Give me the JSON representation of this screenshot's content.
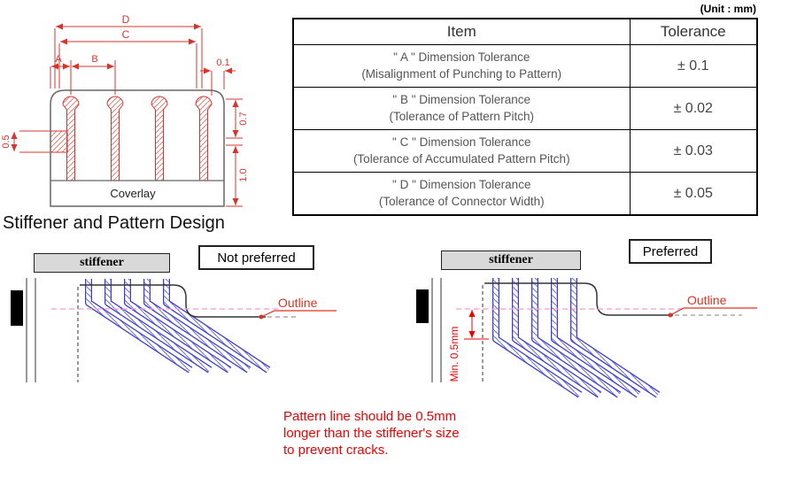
{
  "unit_label": "(Unit : mm)",
  "table": {
    "headers": [
      "Item",
      "Tolerance"
    ],
    "rows": [
      {
        "item_line1": "\" A \"  Dimension Tolerance",
        "item_line2": "(Misalignment of Punching to Pattern)",
        "tolerance": "± 0.1"
      },
      {
        "item_line1": "\" B \" Dimension Tolerance",
        "item_line2": "(Tolerance of Pattern Pitch)",
        "tolerance": "± 0.02"
      },
      {
        "item_line1": "\" C \" Dimension Tolerance",
        "item_line2": "(Tolerance of Accumulated Pattern Pitch)",
        "tolerance": "± 0.03"
      },
      {
        "item_line1": "\" D \" Dimension Tolerance",
        "item_line2": "(Tolerance of Connector Width)",
        "tolerance": "± 0.05"
      }
    ]
  },
  "drawing": {
    "dim_a": "A",
    "dim_b": "B",
    "dim_c": "C",
    "dim_d": "D",
    "dim_offset": "0.1",
    "dim_left": "0.5",
    "dim_mid": "0.7",
    "dim_bottom": "1.0",
    "coverlay_label": "Coverlay"
  },
  "section_heading": "Stiffener and Pattern Design",
  "left_diagram": {
    "stiffener_label": "stiffener",
    "preference_label": "Not preferred",
    "outline_label": "Outline"
  },
  "right_diagram": {
    "stiffener_label": "stiffener",
    "preference_label": "Preferred",
    "outline_label": "Outline",
    "min_dim_label": "Min. 0.5mm"
  },
  "note": {
    "line1": "Pattern line should be 0.5mm",
    "line2": "longer than the stiffener's size",
    "line3": "to prevent cracks."
  },
  "colors": {
    "dimension_red": "#d9342b",
    "annotation_red": "#f40000",
    "trace_blue": "#3b3bd0",
    "pink_reference": "#ff9ed8",
    "stiffener_grey": "#d9d9d9"
  }
}
